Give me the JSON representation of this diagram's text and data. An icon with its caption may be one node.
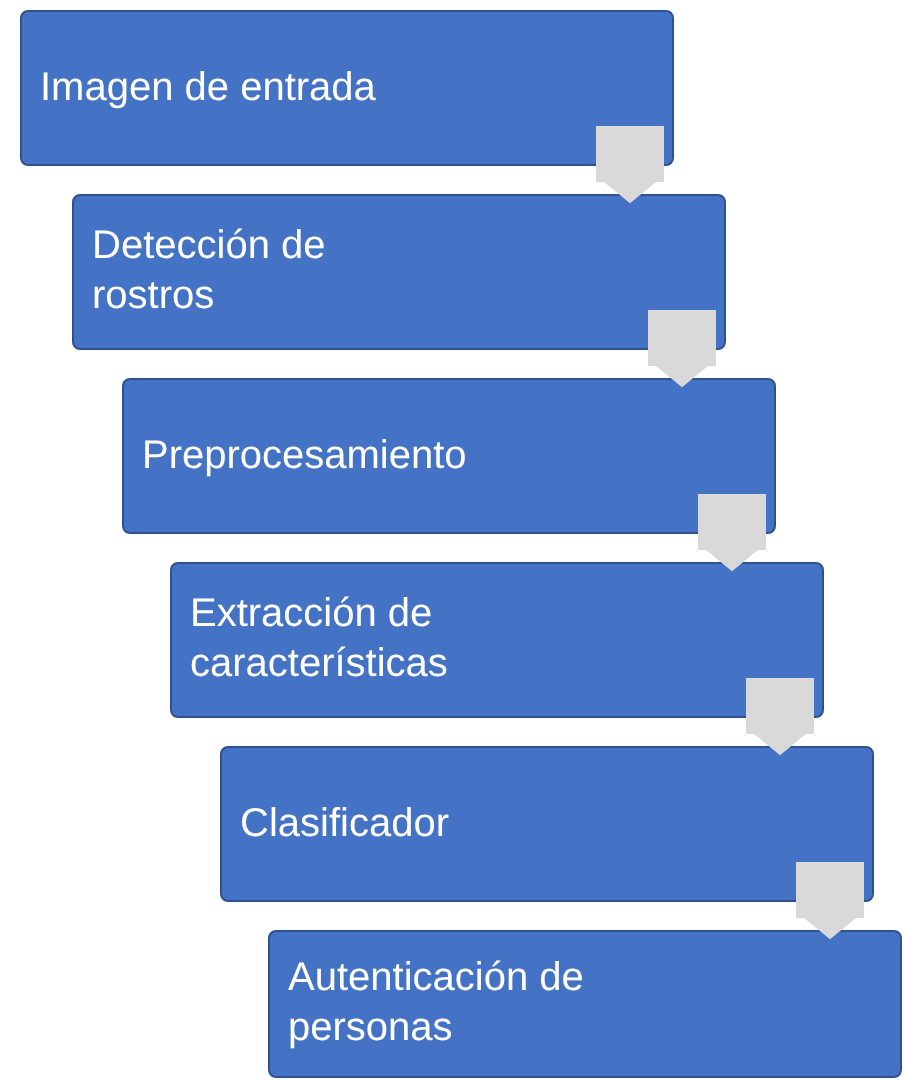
{
  "diagram": {
    "nodes": [
      {
        "text": [
          "Imagen de entrada"
        ]
      },
      {
        "text": [
          "Detección de rostros"
        ]
      },
      {
        "text": [
          "Preprocesamiento"
        ]
      },
      {
        "text": [
          "Extracción de características"
        ]
      },
      {
        "text": [
          "Clasificador"
        ]
      },
      {
        "text": [
          "Autenticación de personas"
        ]
      }
    ],
    "edges": [
      {
        "from": 0,
        "to": 1,
        "arrow": "to"
      },
      {
        "from": 1,
        "to": 2,
        "arrow": "to"
      },
      {
        "from": 2,
        "to": 3,
        "arrow": "to"
      },
      {
        "from": 3,
        "to": 4,
        "arrow": "to"
      },
      {
        "from": 4,
        "to": 5,
        "arrow": "to"
      }
    ]
  }
}
